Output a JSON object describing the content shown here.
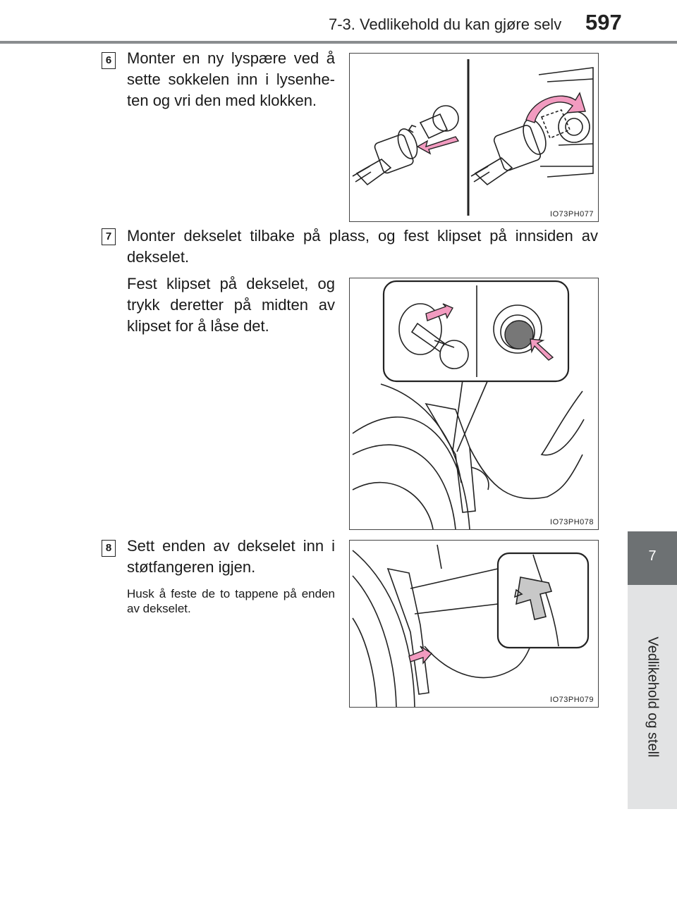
{
  "header": {
    "section_title": "7-3. Vedlikehold du kan gjøre selv",
    "page_number": "597"
  },
  "side_tab": {
    "chapter_number": "7",
    "chapter_title": "Vedlikehold og stell"
  },
  "steps": [
    {
      "number": "6",
      "text": "Monter en ny lyspære ved å sette sokkelen inn i lysenhe-ten og vri den med klokken.",
      "figure_code": "IO73PH077"
    },
    {
      "number": "7",
      "text": "Monter dekselet tilbake på plass, og fest klipset på innsiden av dekselet.",
      "subtext": "Fest klipset på dekselet, og trykk deretter på midten av klipset for å låse det.",
      "figure_code": "IO73PH078"
    },
    {
      "number": "8",
      "text": "Sett enden av dekselet inn i støtfangeren igjen.",
      "note": "Husk å feste de to tappene på enden av dekselet.",
      "figure_code": "IO73PH079"
    }
  ],
  "colors": {
    "header_rule": "#8a8d8f",
    "tab_dark": "#6d7173",
    "tab_light": "#e2e3e4",
    "arrow_pink": "#f29bc0"
  }
}
